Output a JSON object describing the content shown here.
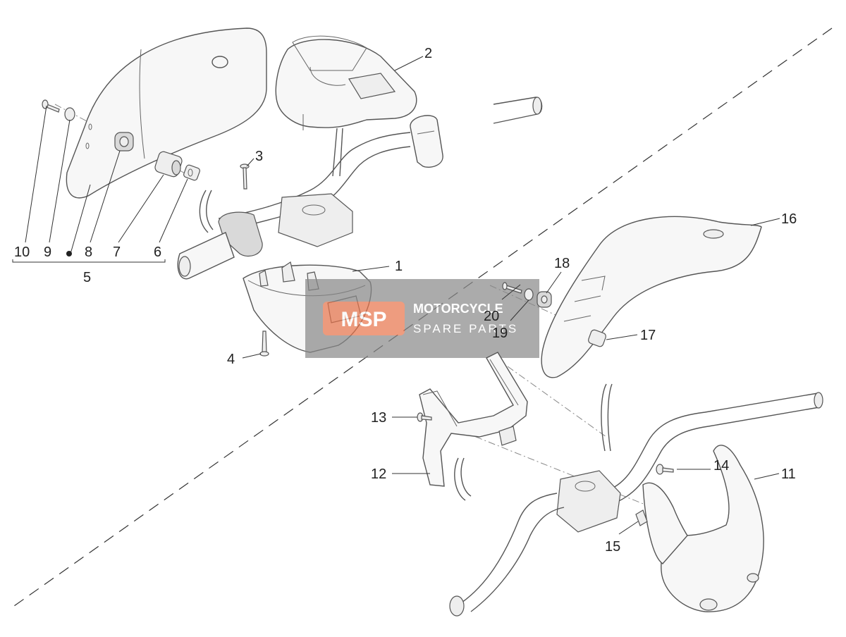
{
  "callouts": {
    "c1": "1",
    "c2": "2",
    "c3": "3",
    "c4": "4",
    "c5": "5",
    "c6": "6",
    "c7": "7",
    "c8": "8",
    "c9": "9",
    "c10": "10",
    "c11": "11",
    "c12": "12",
    "c13": "13",
    "c14": "14",
    "c15": "15",
    "c16": "16",
    "c17": "17",
    "c18": "18",
    "c19": "19",
    "c20": "20"
  },
  "watermark": {
    "line1": "MOTORCYCLE",
    "line2": "SPARE PARTS",
    "badge": "MSP"
  },
  "colors": {
    "watermark_bg": "#888888",
    "watermark_accent": "#e8734a"
  }
}
